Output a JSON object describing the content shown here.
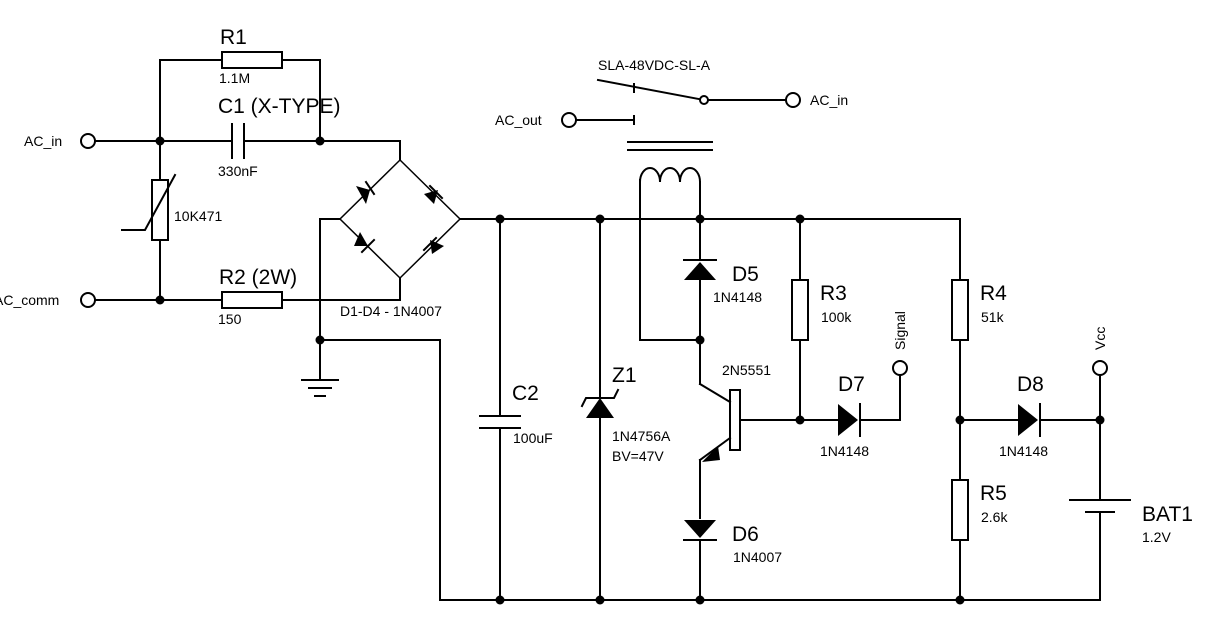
{
  "terminals": {
    "ac_in_left": "AC_in",
    "ac_comm": "AC_comm",
    "ac_out": "AC_out",
    "ac_in_right": "AC_in",
    "signal": "Signal",
    "vcc": "Vcc"
  },
  "components": {
    "r1": {
      "ref": "R1",
      "value": "1.1M"
    },
    "c1": {
      "ref": "C1 (X-TYPE)",
      "value": "330nF"
    },
    "varistor": {
      "value": "10K471"
    },
    "r2": {
      "ref": "R2 (2W)",
      "value": "150"
    },
    "bridge": {
      "label": "D1-D4 - 1N4007"
    },
    "relay": {
      "label": "SLA-48VDC-SL-A"
    },
    "c2": {
      "ref": "C2",
      "value": "100uF"
    },
    "z1": {
      "ref": "Z1",
      "value": "1N4756A",
      "bv": "BV=47V"
    },
    "d5": {
      "ref": "D5",
      "value": "1N4148"
    },
    "r3": {
      "ref": "R3",
      "value": "100k"
    },
    "q1": {
      "value": "2N5551"
    },
    "d6": {
      "ref": "D6",
      "value": "1N4007"
    },
    "d7": {
      "ref": "D7",
      "value": "1N4148"
    },
    "r4": {
      "ref": "R4",
      "value": "51k"
    },
    "r5": {
      "ref": "R5",
      "value": "2.6k"
    },
    "d8": {
      "ref": "D8",
      "value": "1N4148"
    },
    "bat1": {
      "ref": "BAT1",
      "value": "1.2V"
    }
  }
}
